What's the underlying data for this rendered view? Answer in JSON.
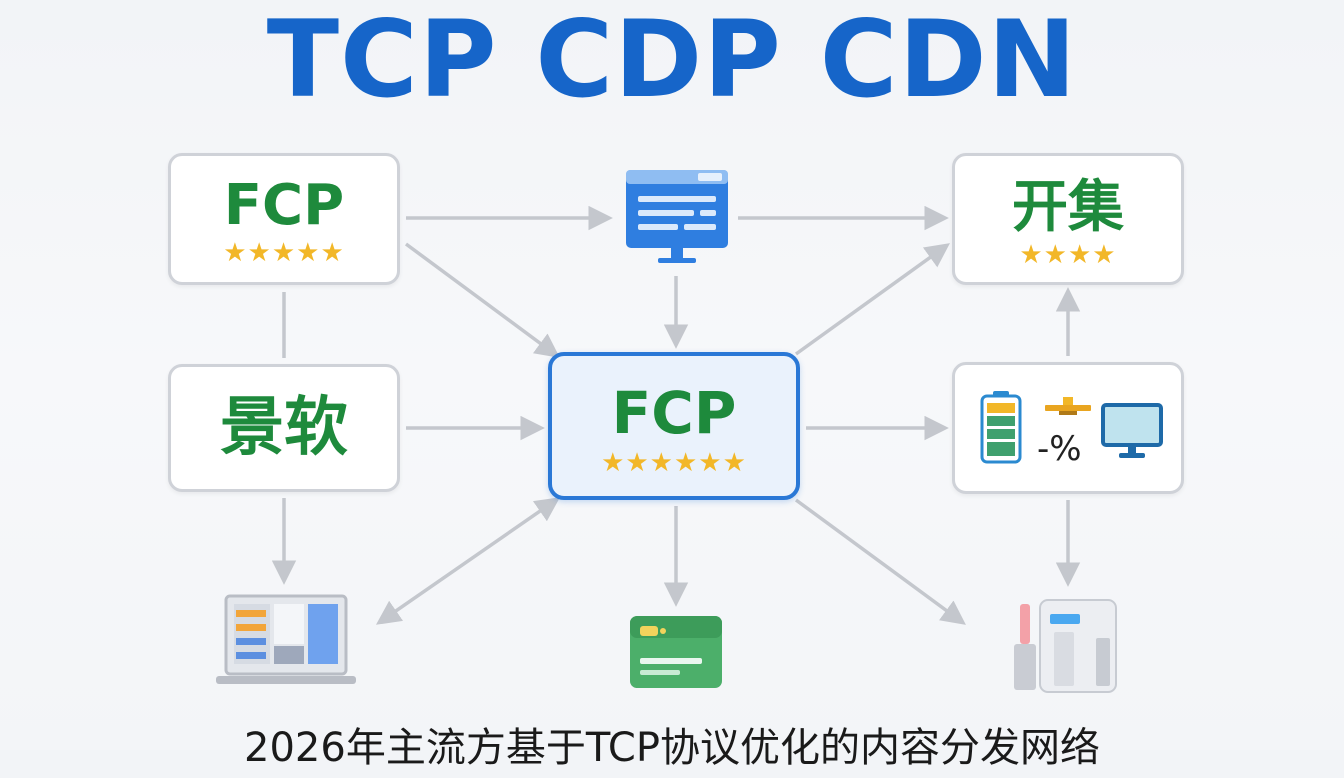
{
  "title": "TCP CDP CDN",
  "nodes": {
    "top_left": {
      "label": "FCP",
      "stars": "★★★★★"
    },
    "top_right": {
      "label": "开集",
      "stars": "★★★★"
    },
    "mid_left": {
      "label": "景软"
    },
    "center": {
      "label": "FCP",
      "stars": "★★★★★★"
    },
    "mid_right": {
      "percent": "-%"
    }
  },
  "caption": "2026年主流方基于TCP协议优化的内容分发网络",
  "colors": {
    "title": "#1665c9",
    "label_green": "#1e8a3c",
    "star_gold": "#f2b728",
    "center_border": "#2a78d6",
    "arrow_gray": "#c4c7cd"
  },
  "icons": {
    "top_center": "monitor-icon",
    "bottom_left": "laptop-icon",
    "bottom_center": "credit-card-icon",
    "bottom_right": "server-icon",
    "mid_right": [
      "battery-icon",
      "scale-icon",
      "monitor-icon"
    ]
  }
}
